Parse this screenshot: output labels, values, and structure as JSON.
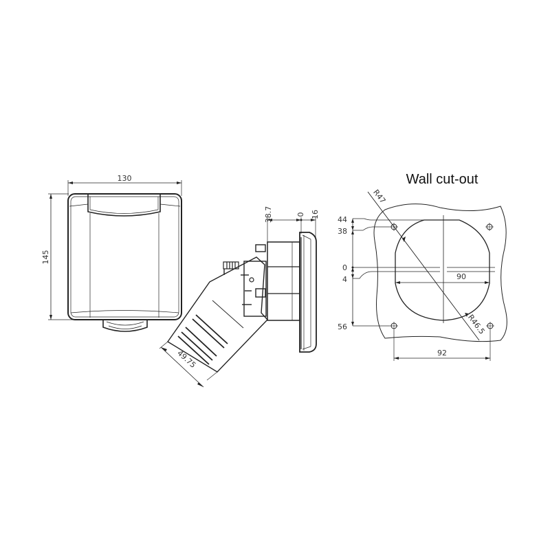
{
  "front_view": {
    "width_label": "130",
    "height_label": "145"
  },
  "side_view": {
    "depth_label": "38.7",
    "zero_label": "0",
    "flange_label": "16",
    "angled_label": "49.75"
  },
  "wall_cutout": {
    "title": "Wall cut-out",
    "radius_outer_label": "R47",
    "radius_inner_label": "R46.5",
    "y_labels": [
      "44",
      "38",
      "0",
      "4",
      "56"
    ],
    "width_inner_label": "90",
    "hole_spacing_label": "92"
  },
  "colors": {
    "line": "#222222",
    "text": "#333333",
    "background": "#ffffff"
  }
}
